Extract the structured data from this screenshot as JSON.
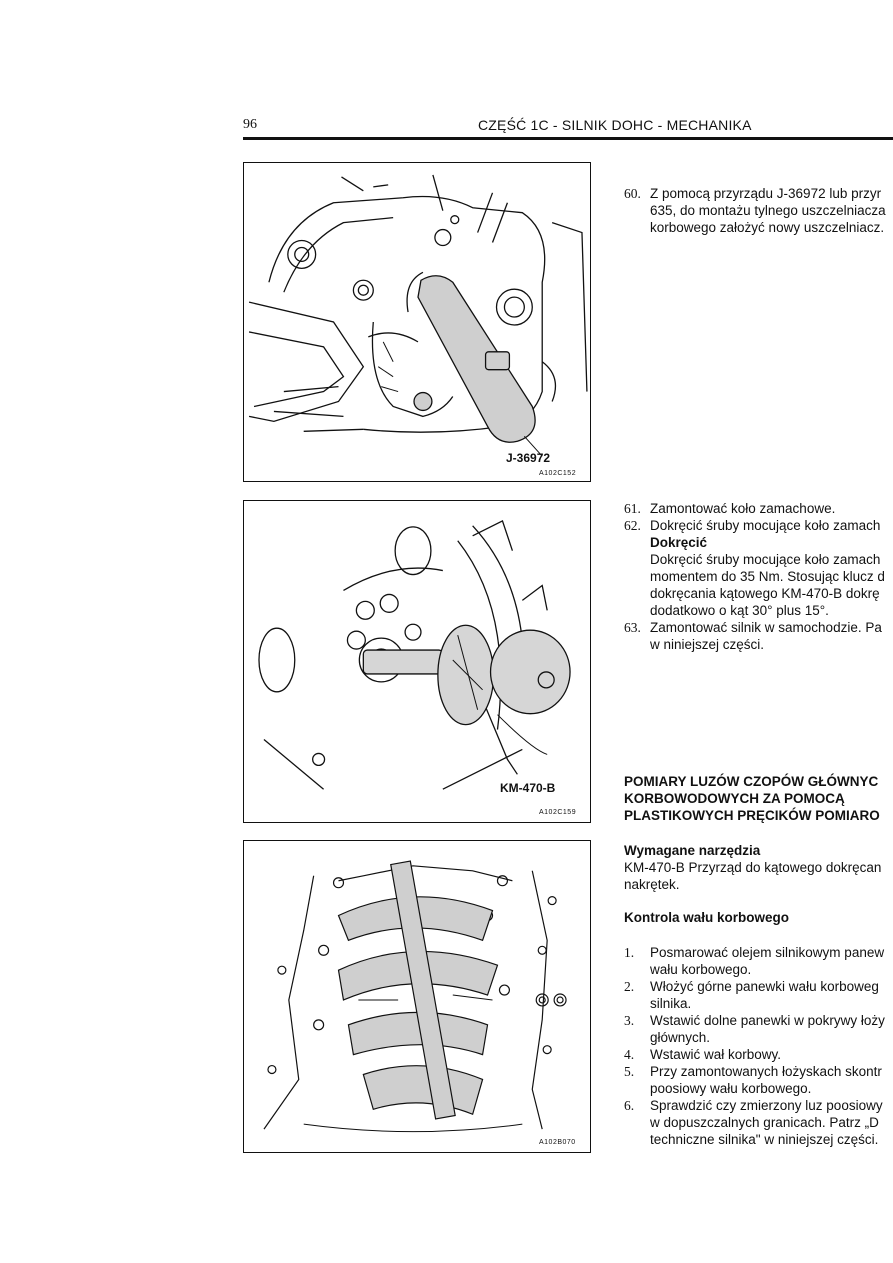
{
  "header": {
    "page_number": "96",
    "title": "CZĘŚĆ 1C - SILNIK DOHC - MECHANIKA"
  },
  "figures": [
    {
      "tool_label": "J-36972",
      "code": "A102C152"
    },
    {
      "tool_label": "KM-470-B",
      "code": "A102C159"
    },
    {
      "code": "A102B070"
    }
  ],
  "steps_top": [
    {
      "num": "60.",
      "lines": [
        "Z pomocą przyrządu J-36972 lub przyr",
        "635, do montażu tylnego uszczelniacza",
        "korbowego założyć nowy uszczelniacz."
      ]
    }
  ],
  "steps_middle": {
    "s61": {
      "num": "61.",
      "text": "Zamontować koło zamachowe."
    },
    "s62": {
      "num": "62.",
      "text": "Dokręcić śruby mocujące koło zamach",
      "sub_heading": "Dokręcić",
      "lines": [
        "Dokręcić śruby mocujące koło zamach",
        "momentem do 35 Nm. Stosując klucz d",
        "dokręcania kątowego KM-470-B dokrę",
        "dodatkowo o kąt 30° plus 15°."
      ]
    },
    "s63": {
      "num": "63.",
      "lines": [
        "Zamontować silnik w samochodzie. Pa",
        "w niniejszej części."
      ]
    }
  },
  "section": {
    "heading_lines": [
      "POMIARY LUZÓW CZOPÓW GŁÓWNYC",
      "KORBOWODOWYCH ZA POMOCĄ",
      "PLASTIKOWYCH PRĘCIKÓW POMIARO"
    ],
    "tools_heading": "Wymagane narzędzia",
    "tools_lines": [
      "KM-470-B Przyrząd do kątowego dokręcan",
      "nakrętek."
    ],
    "check_heading": "Kontrola wału korbowego",
    "steps": [
      {
        "num": "1.",
        "lines": [
          "Posmarować olejem silnikowym panew",
          "wału korbowego."
        ]
      },
      {
        "num": "2.",
        "lines": [
          "Włożyć górne panewki wału korboweg",
          "silnika."
        ]
      },
      {
        "num": "3.",
        "lines": [
          "Wstawić dolne panewki w pokrywy łoży",
          "głównych."
        ]
      },
      {
        "num": "4.",
        "lines": [
          "Wstawić wał korbowy."
        ]
      },
      {
        "num": "5.",
        "lines": [
          "Przy zamontowanych łożyskach skontr",
          "poosiowy wału korbowego."
        ]
      },
      {
        "num": "6.",
        "lines": [
          "Sprawdzić czy zmierzony luz poosiowy",
          "w dopuszczalnych granicach. Patrz „D",
          "techniczne silnika\" w niniejszej części."
        ]
      }
    ]
  }
}
